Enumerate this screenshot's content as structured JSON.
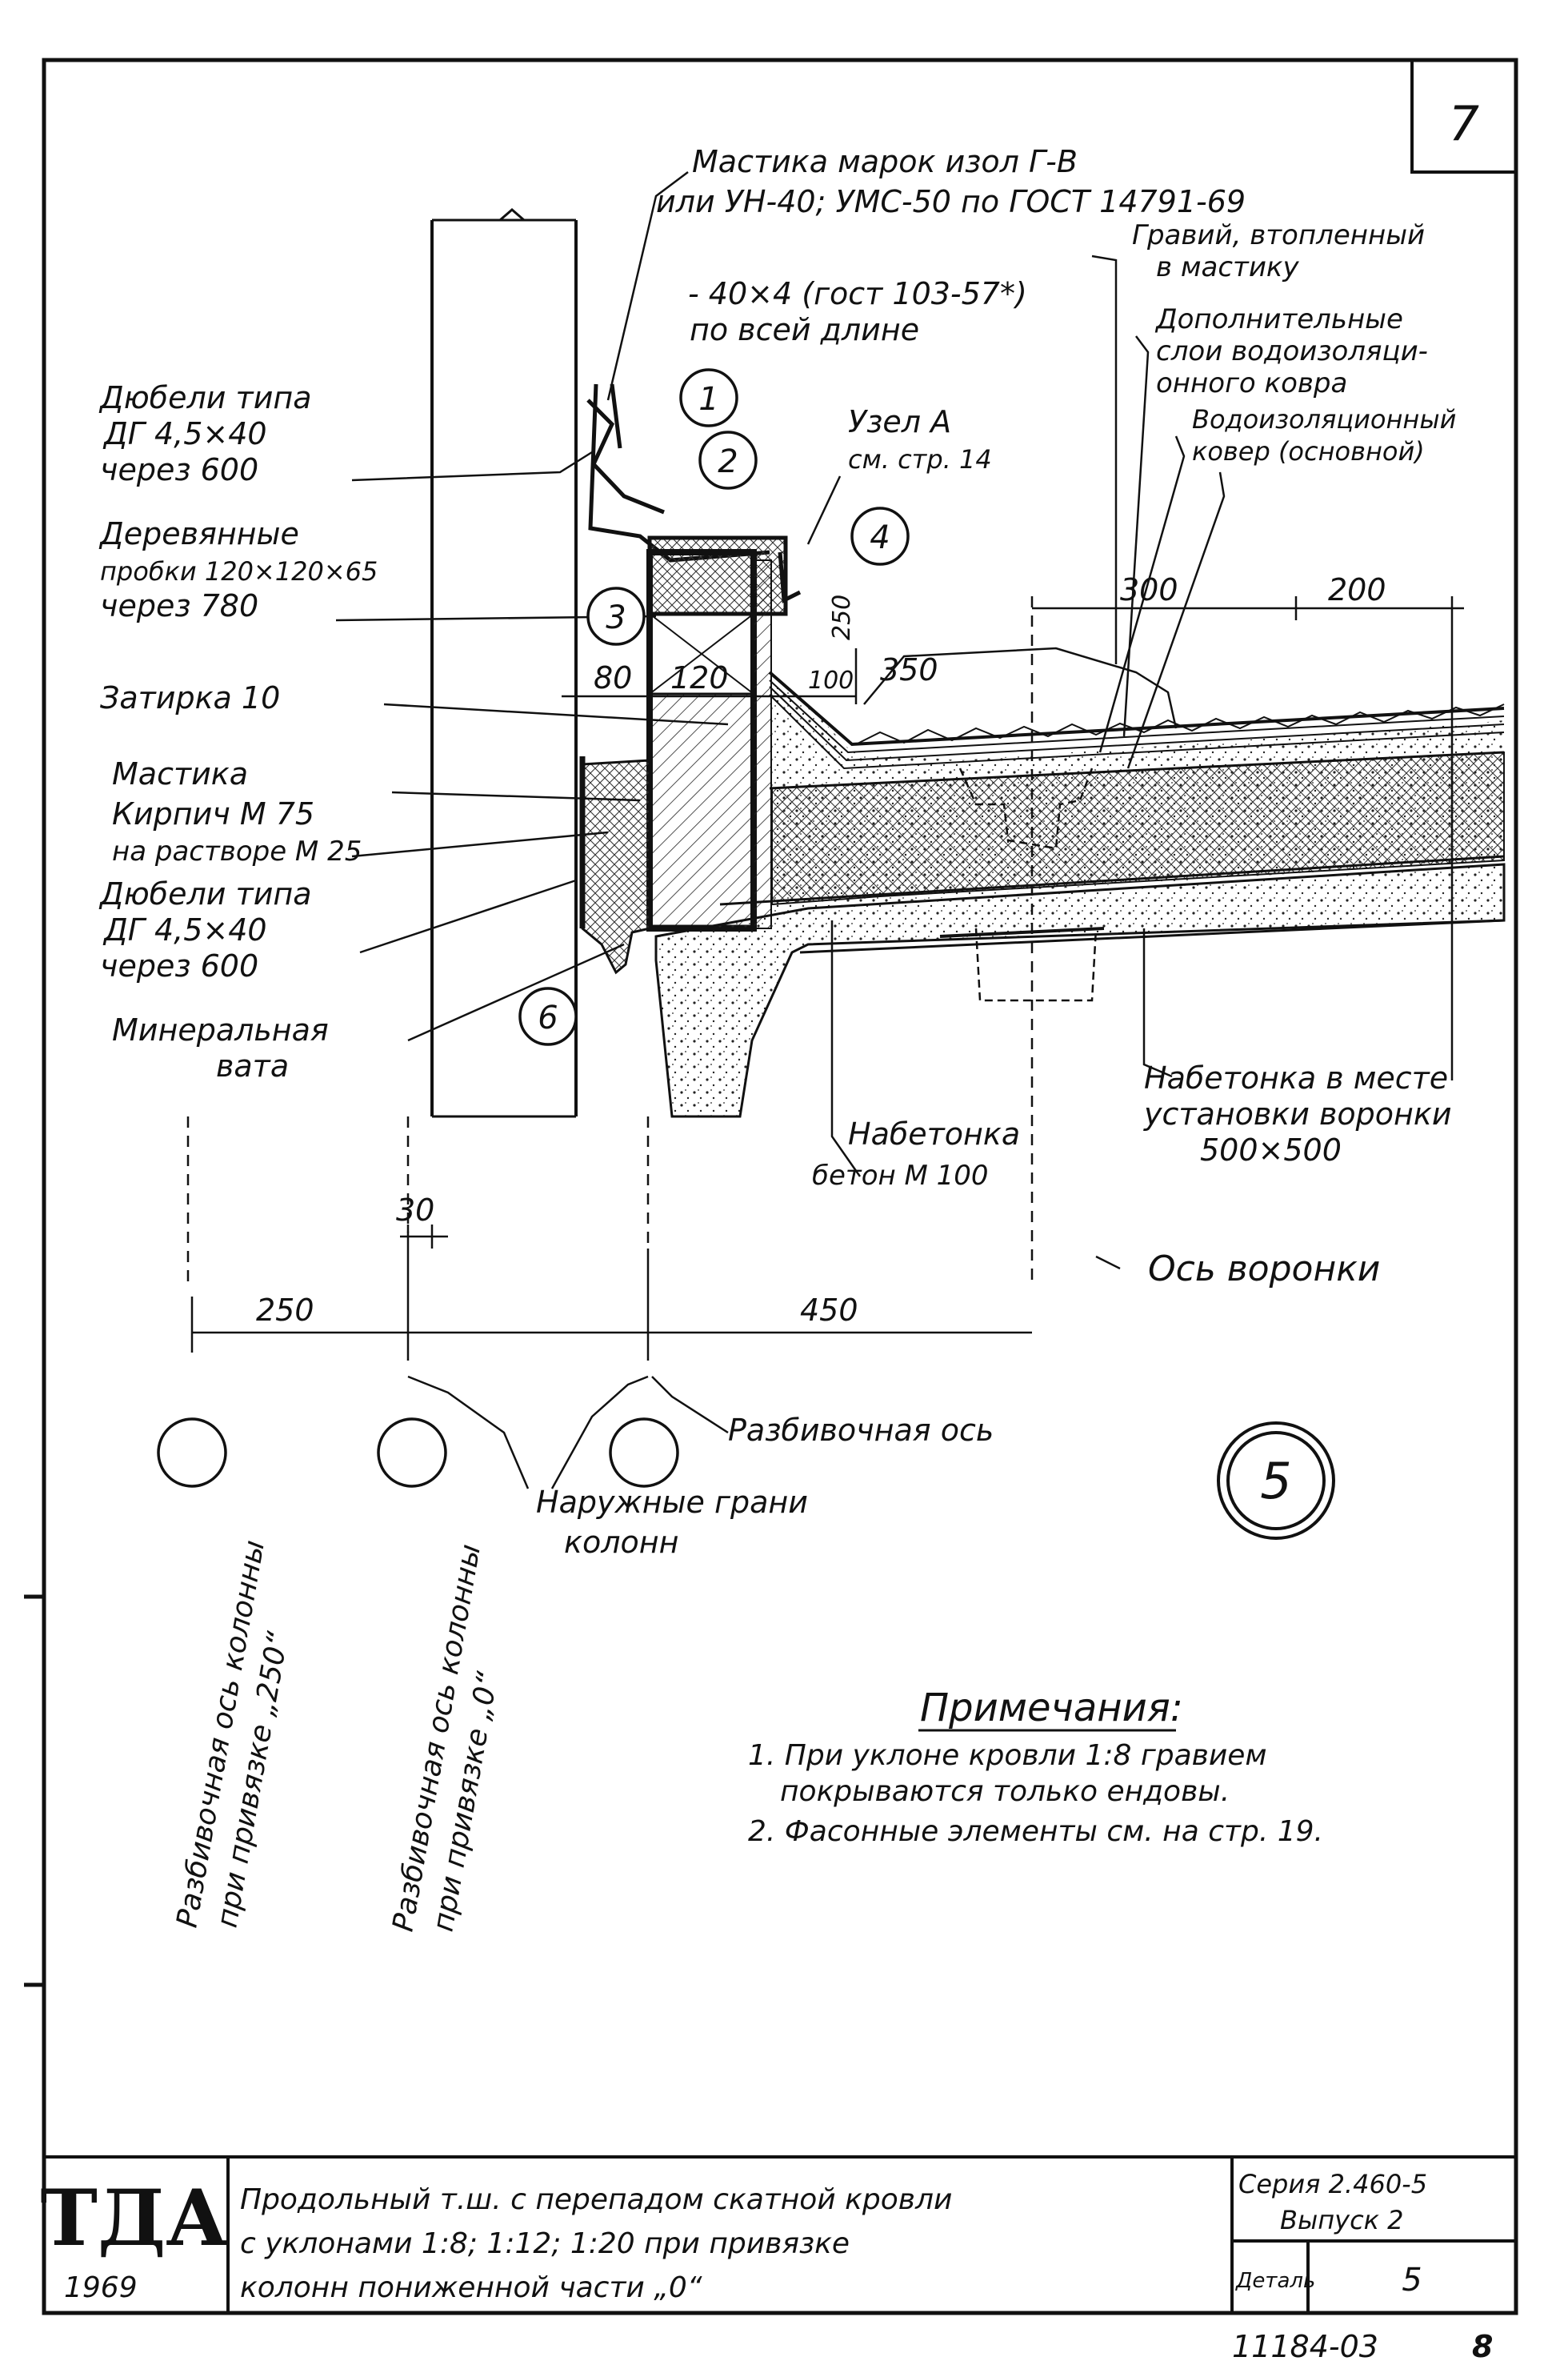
{
  "page_number": "7",
  "labels": {
    "mastic_brands_1": "Мастика марок изол Г-В",
    "mastic_brands_2": "или УН-40; УМС-50 по ГОСТ 14791-69",
    "gravel_1": "Гравий, втопленный",
    "gravel_2": "в мастику",
    "strip_1": "- 40×4 (гост 103-57*)",
    "strip_2": "по всей длине",
    "extra_layers_1": "Дополнительные",
    "extra_layers_2": "слои водоизоляци-",
    "extra_layers_3": "онного ковра",
    "dowels_top_1": "Дюбели типа",
    "dowels_top_2": "ДГ 4,5×40",
    "dowels_top_3": "через 600",
    "node_a_1": "Узел А",
    "node_a_2": "см. стр. 14",
    "main_carpet_1": "Водоизоляционный",
    "main_carpet_2": "ковер (основной)",
    "wood_plugs_1": "Деревянные",
    "wood_plugs_2": "пробки 120×120×65",
    "wood_plugs_3": "через 780",
    "plaster": "Затирка 10",
    "mastic": "Мастика",
    "brick_1": "Кирпич М 75",
    "brick_2": "на растворе М 25",
    "dowels_bot_1": "Дюбели типа",
    "dowels_bot_2": "ДГ 4,5×40",
    "dowels_bot_3": "через 600",
    "mineral_wool_1": "Минеральная",
    "mineral_wool_2": "вата",
    "concrete_fill_1": "Набетонка",
    "concrete_fill_2": "бетон М 100",
    "funnel_fill_1": "Набетонка в месте",
    "funnel_fill_2": "установки воронки",
    "funnel_fill_3": "500×500",
    "funnel_axis": "Ось воронки",
    "layout_axis": "Разбивочная ось",
    "outer_faces_1": "Наружные грани",
    "outer_faces_2": "колонн",
    "axis_250_1": "Разбивочная ось колонны",
    "axis_250_2": "при привязке „250“",
    "axis_0_1": "Разбивочная ось колонны",
    "axis_0_2": "при привязке „0“"
  },
  "callouts": [
    "1",
    "2",
    "3",
    "4",
    "6"
  ],
  "dimensions": {
    "d300": "300",
    "d200": "200",
    "d250v": "250",
    "d80": "80",
    "d120": "120",
    "d100": "100",
    "d350": "350",
    "d30": "30",
    "d250": "250",
    "d450": "450"
  },
  "detail_number": "5",
  "notes": {
    "title": "Примечания:",
    "item1_a": "1. При уклоне кровли 1:8 гравием",
    "item1_b": "покрываются только ендовы.",
    "item2": "2. Фасонные элементы см. на стр. 19."
  },
  "title_block": {
    "logo": "ТДА",
    "year": "1969",
    "title_1": "Продольный т.ш. с перепадом скатной кровли",
    "title_2": "с уклонами 1:8; 1:12; 1:20   при привязке",
    "title_3": "колонн пониженной части „0“",
    "series_1": "Серия 2.460-5",
    "series_2": "Выпуск 2",
    "detail_label": "Деталь",
    "detail_value": "5",
    "doc_number": "11184-03",
    "sheet": "8"
  }
}
